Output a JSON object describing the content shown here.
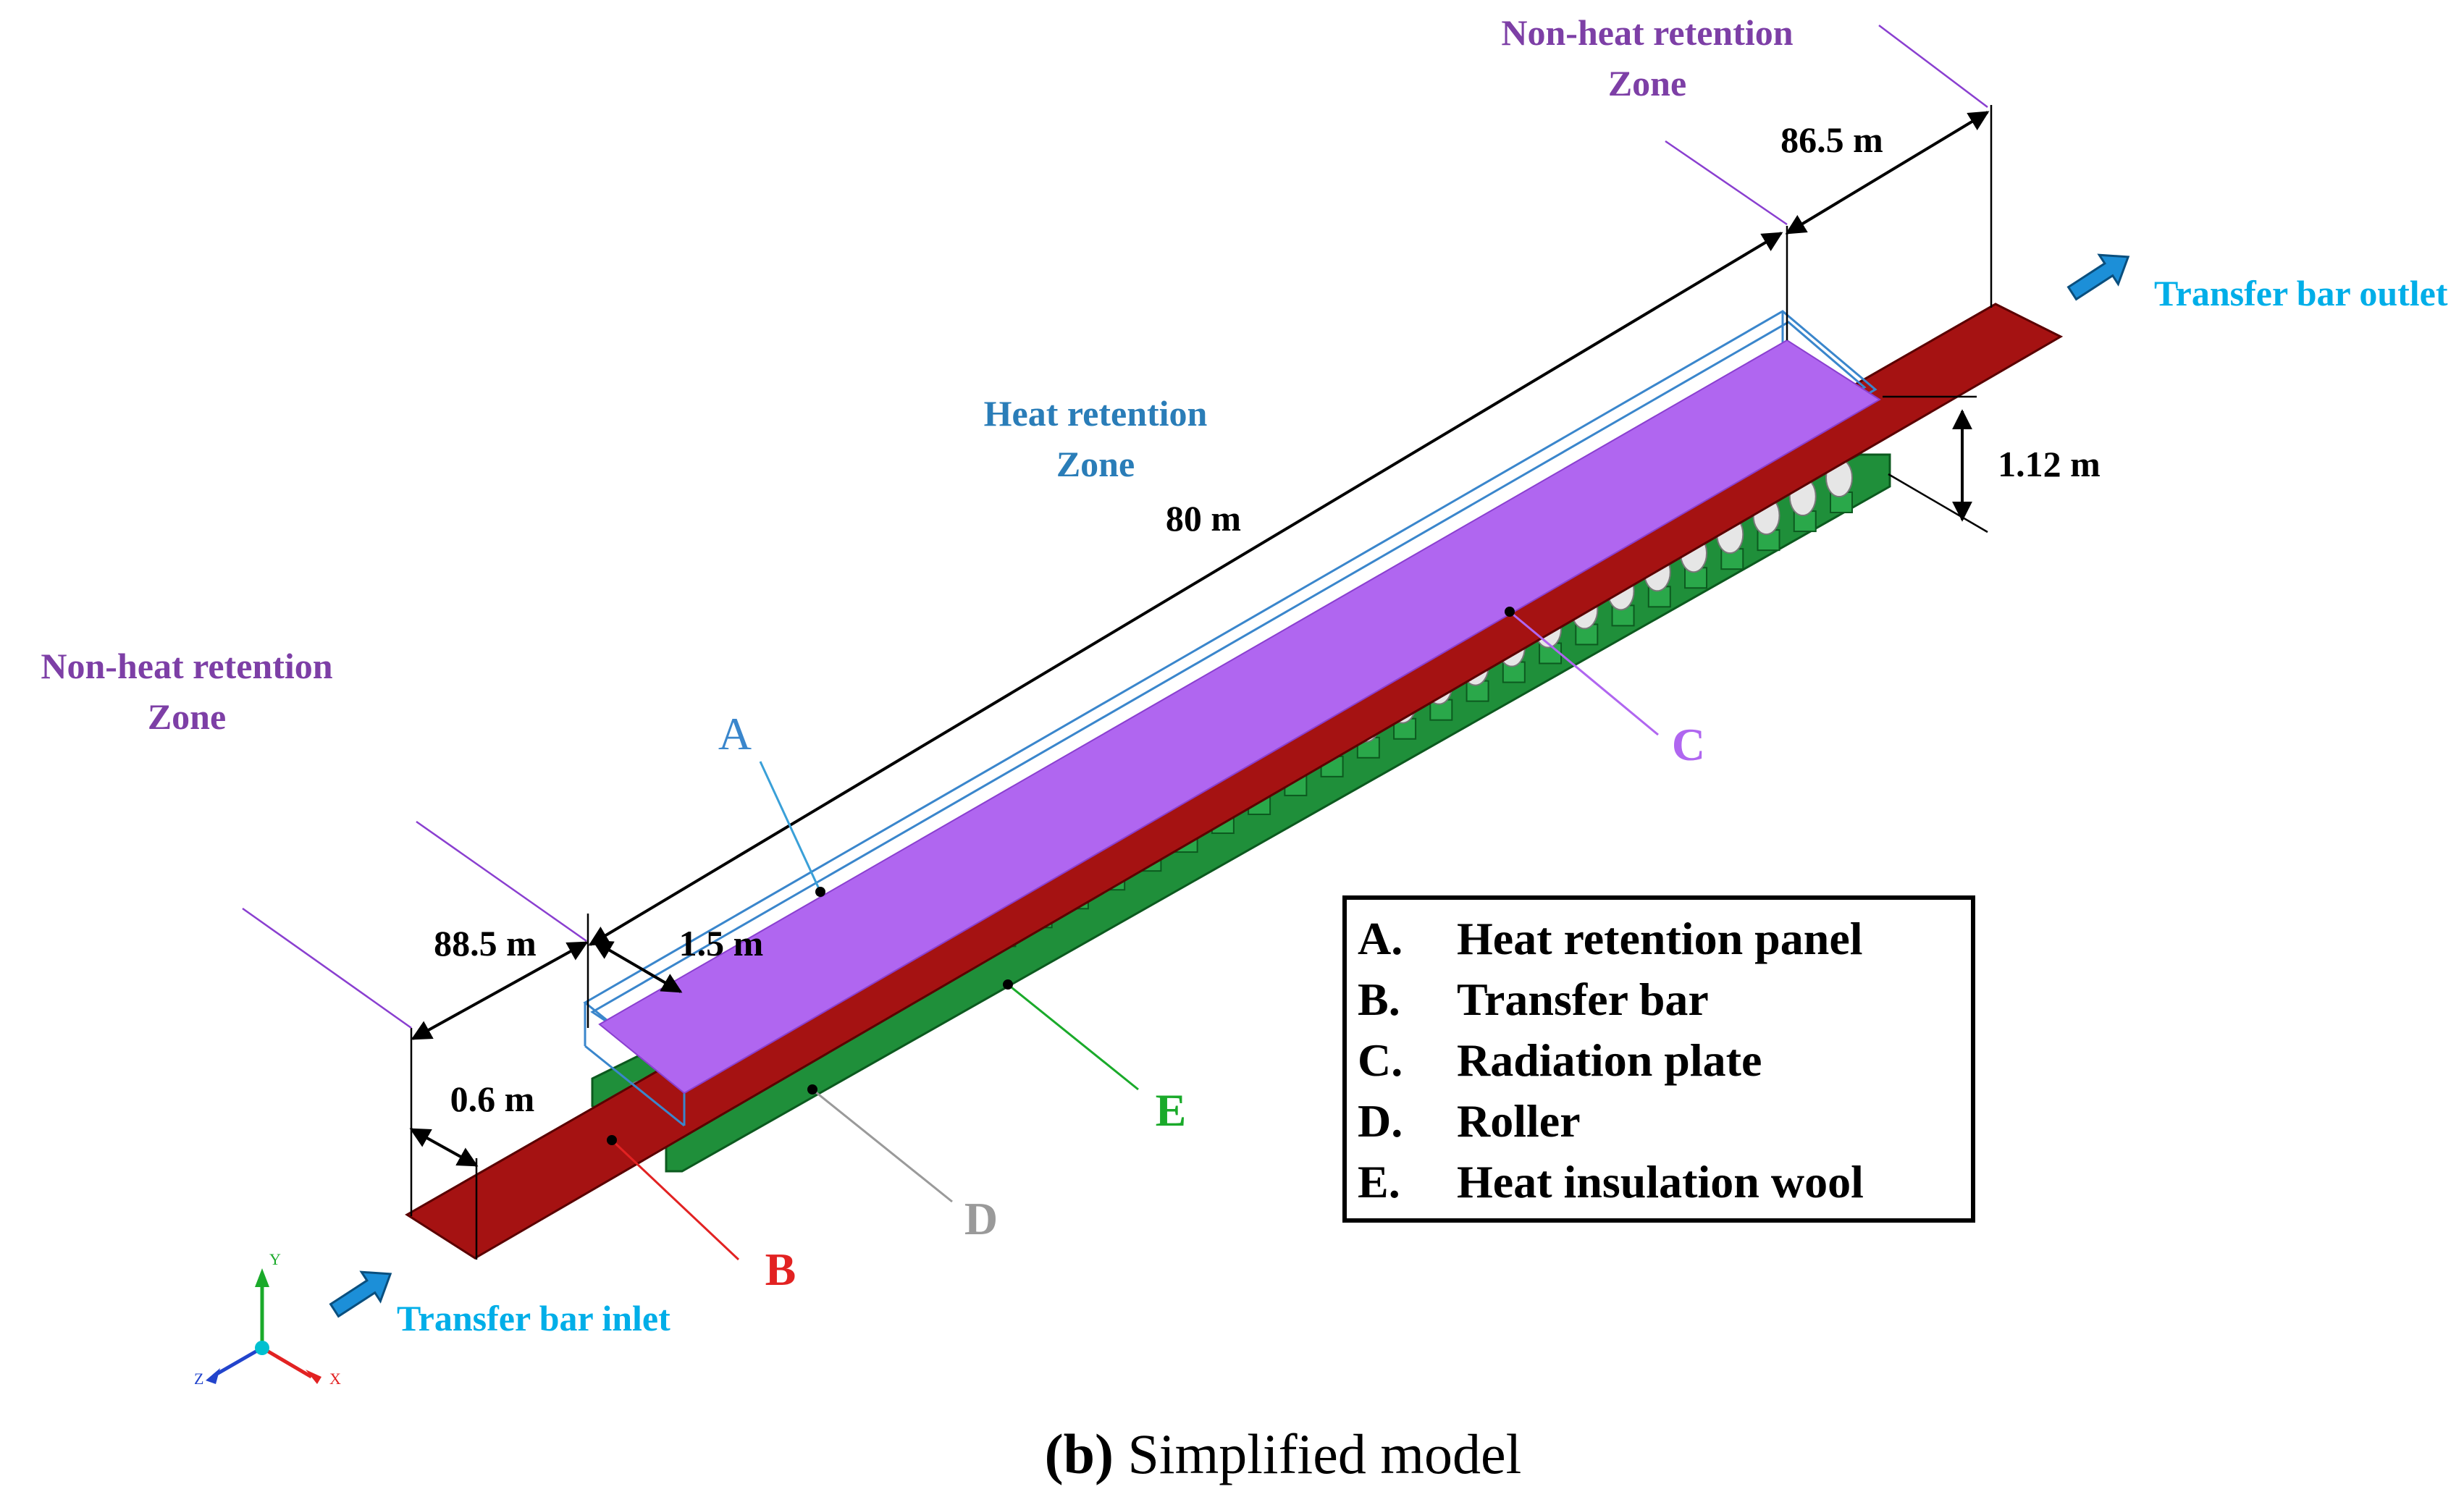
{
  "zones": {
    "non_heat_top": [
      "Non-heat retention",
      "Zone"
    ],
    "heat": [
      "Heat retention",
      "Zone"
    ],
    "non_heat_left": [
      "Non-heat retention",
      "Zone"
    ]
  },
  "dimensions": {
    "outlet_len": "86.5 m",
    "main_len": "80 m",
    "height": "1.12 m",
    "inlet_len": "88.5 m",
    "panel_width": "1.5 m",
    "bar_width": "0.6 m"
  },
  "flow": {
    "outlet": "Transfer bar outlet",
    "inlet": "Transfer bar inlet"
  },
  "callouts": {
    "a": "A",
    "b": "B",
    "c": "C",
    "d": "D",
    "e": "E"
  },
  "legend": {
    "items": [
      {
        "key": "A.",
        "text": "Heat retention panel"
      },
      {
        "key": "B.",
        "text": "Transfer bar"
      },
      {
        "key": "C.",
        "text": "Radiation plate"
      },
      {
        "key": "D.",
        "text": "Roller"
      },
      {
        "key": "E.",
        "text": "Heat insulation wool"
      }
    ]
  },
  "axes": {
    "y": "Y",
    "x": "X",
    "z": "Z"
  },
  "caption": {
    "bold": "(b)",
    "rest": " Simplified model"
  },
  "colors": {
    "transfer_bar": "#a51212",
    "radiation_plate": "#b066f0",
    "panel_outline": "#3a86cc",
    "insulation": "#1f8f3a",
    "roller": "#e6e6e6",
    "flow_arrow": "#1c8fd8",
    "zone_violet": "#7d3fa6",
    "zone_blue": "#2a7db8",
    "callout_c": "#b066f0",
    "callout_b": "#e22222",
    "callout_d": "#9a9a9a",
    "callout_e": "#1aaa2a"
  }
}
